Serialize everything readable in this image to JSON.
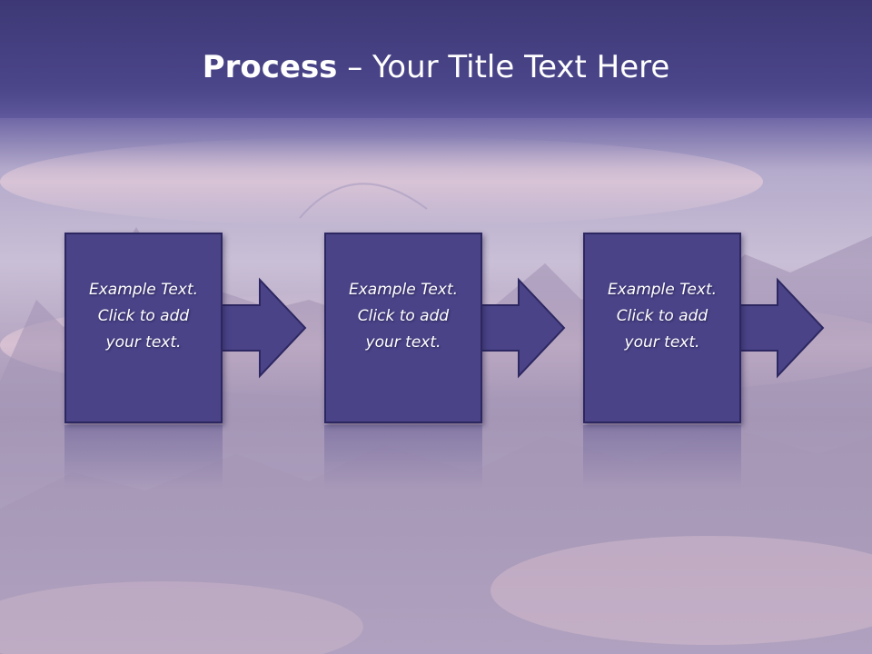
{
  "title": {
    "bold": "Process",
    "rest": " – Your Title Text Here"
  },
  "steps": [
    {
      "lines": [
        "Example Text.",
        "Click  to add",
        "your text."
      ]
    },
    {
      "lines": [
        "Example Text.",
        "Click  to add",
        "your text."
      ]
    },
    {
      "lines": [
        "Example Text.",
        "Click  to add",
        "your text."
      ]
    }
  ],
  "colors": {
    "box_fill": "#4a4388",
    "box_border": "#2c2760",
    "header": "#433e80"
  }
}
